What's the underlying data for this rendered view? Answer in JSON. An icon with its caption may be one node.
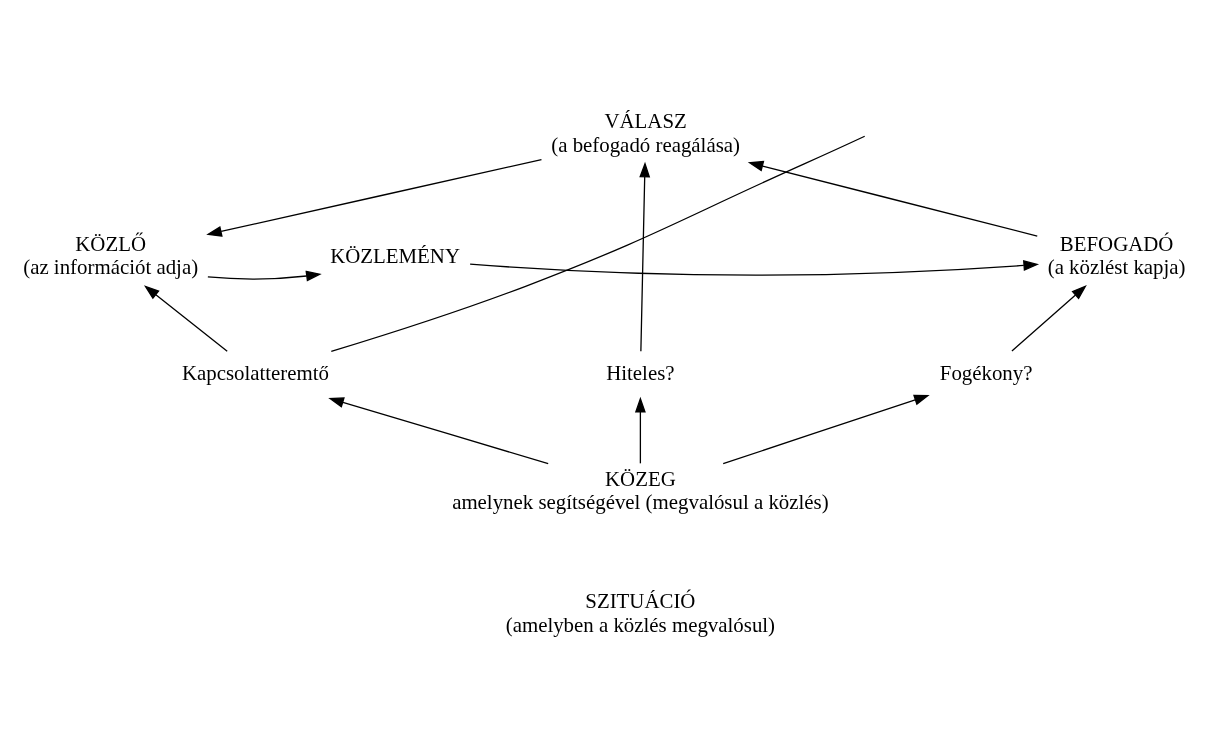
{
  "diagram": {
    "nodes": [
      {
        "text": [
          "VÁLASZ",
          "(a befogadó reagálása)"
        ]
      },
      {
        "text": [
          "KÖZLŐ",
          "(az információt adja)"
        ]
      },
      {
        "text": [
          "KÖZLEMÉNY"
        ]
      },
      {
        "text": [
          "BEFOGADÓ",
          "(a közlést kapja)"
        ]
      },
      {
        "text": [
          "Kapcsolatteremtő"
        ]
      },
      {
        "text": [
          "Hiteles?"
        ]
      },
      {
        "text": [
          "Fogékony?"
        ]
      },
      {
        "text": [
          "KÖZEG",
          "amelynek segítségével (megvalósul a közlés)"
        ]
      },
      {
        "text": [
          "SZITUÁCIÓ",
          "(amelyben a közlés megvalósul)"
        ]
      }
    ],
    "edges": [
      {
        "from": 1,
        "to": 2,
        "arrow": "to"
      },
      {
        "from": 2,
        "to": 3,
        "arrow": "to"
      },
      {
        "from": 3,
        "to": 0,
        "arrow": "to"
      },
      {
        "from": 0,
        "to": 1,
        "arrow": "to"
      },
      {
        "from": null,
        "to": 4,
        "arrow": "none"
      },
      {
        "from": 5,
        "to": 0,
        "arrow": "to"
      },
      {
        "from": 4,
        "to": 1,
        "arrow": "to"
      },
      {
        "from": 6,
        "to": 3,
        "arrow": "to"
      },
      {
        "from": 7,
        "to": 4,
        "arrow": "to"
      },
      {
        "from": 7,
        "to": 5,
        "arrow": "to"
      },
      {
        "from": 7,
        "to": 6,
        "arrow": "to"
      }
    ]
  }
}
